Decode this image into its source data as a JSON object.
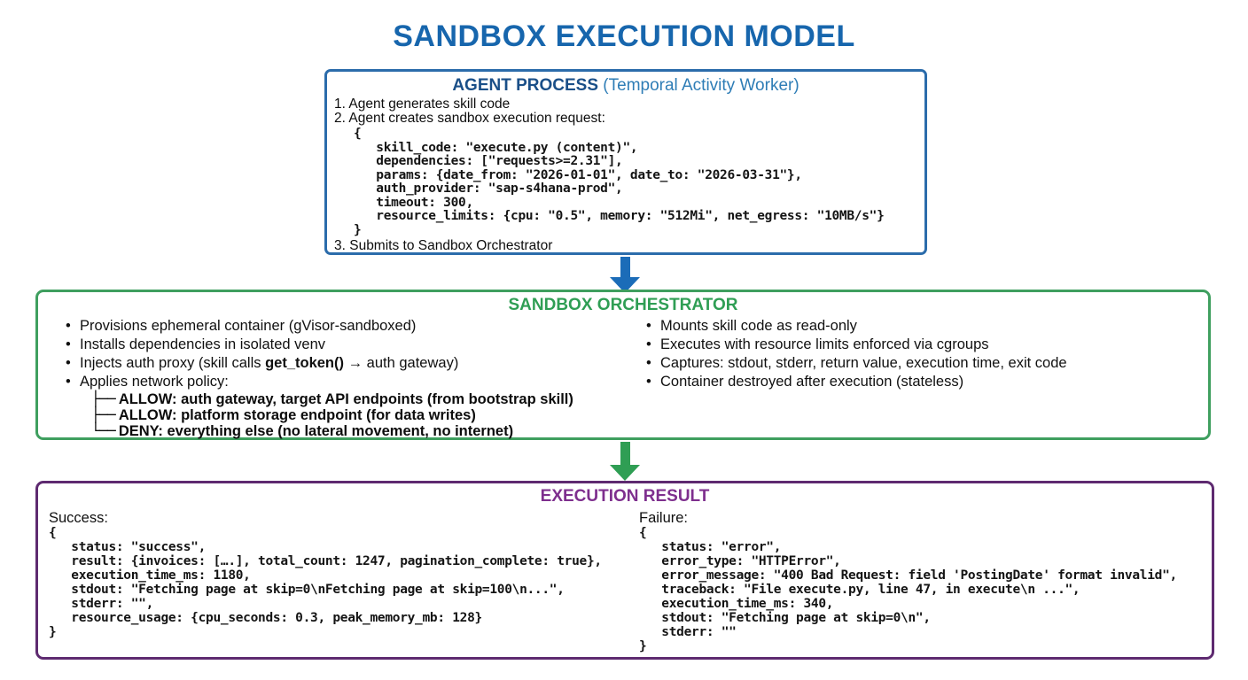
{
  "title": "SANDBOX EXECUTION MODEL",
  "colors": {
    "title_blue": "#1766ad",
    "agent_border_blue": "#2b6cab",
    "agent_header_blue": "#1a4f88",
    "agent_header_teal": "#2e7db6",
    "orchestrator_green": "#2f9e54",
    "result_purple": "#7e2f8e",
    "result_border_purple": "#5e2a70",
    "arrow_blue": "#1b6cb8",
    "arrow_green": "#2f9e54"
  },
  "agent_box": {
    "header": "AGENT PROCESS",
    "header_suffix": " (Temporal Activity Worker)",
    "step1": "1. Agent generates skill code",
    "step2": "2. Agent creates sandbox execution request:",
    "step3": "3. Submits to Sandbox Orchestrator",
    "code_lines": [
      "{",
      "   skill_code: \"execute.py (content)\",",
      "   dependencies: [\"requests>=2.31\"],",
      "   params: {date_from: \"2026-01-01\", date_to: \"2026-03-31\"},",
      "   auth_provider: \"sap-s4hana-prod\",",
      "   timeout: 300,",
      "   resource_limits: {cpu: \"0.5\", memory: \"512Mi\", net_egress: \"10MB/s\"}",
      "}"
    ]
  },
  "orchestrator_box": {
    "header": "SANDBOX ORCHESTRATOR",
    "left_bullets": [
      "Provisions ephemeral container (gVisor-sandboxed)",
      "Installs dependencies in isolated venv"
    ],
    "inject_bullet": {
      "pre": "Injects auth proxy (skill calls ",
      "bold": "get_token()",
      "post": " → auth gateway)"
    },
    "network_bullet": "Applies network policy:",
    "policy_lines": [
      {
        "tree": "├──",
        "text": "ALLOW: auth gateway, target API endpoints (from bootstrap skill)"
      },
      {
        "tree": "├──",
        "text": "ALLOW: platform storage endpoint (for data writes)"
      },
      {
        "tree": "└──",
        "text": "DENY: everything else (no lateral movement, no internet)"
      }
    ],
    "right_bullets": [
      "Mounts skill code as read-only",
      "Executes with resource limits enforced via cgroups",
      "Captures: stdout, stderr, return value, execution time, exit code",
      "Container destroyed after execution (stateless)"
    ]
  },
  "result_box": {
    "header": "EXECUTION RESULT",
    "success_label": "Success:",
    "failure_label": "Failure:",
    "success_lines": [
      "{",
      "   status: \"success\",",
      "   result: {invoices: [….], total_count: 1247, pagination_complete: true},",
      "   execution_time_ms: 1180,",
      "   stdout: \"Fetching page at skip=0\\nFetching page at skip=100\\n...\",",
      "   stderr: \"\",",
      "   resource_usage: {cpu_seconds: 0.3, peak_memory_mb: 128}",
      "}"
    ],
    "failure_lines": [
      "{",
      "   status: \"error\",",
      "   error_type: \"HTTPError\",",
      "   error_message: \"400 Bad Request: field 'PostingDate' format invalid\",",
      "   traceback: \"File execute.py, line 47, in execute\\n ...\",",
      "   execution_time_ms: 340,",
      "   stdout: \"Fetching page at skip=0\\n\",",
      "   stderr: \"\"",
      "}"
    ]
  }
}
